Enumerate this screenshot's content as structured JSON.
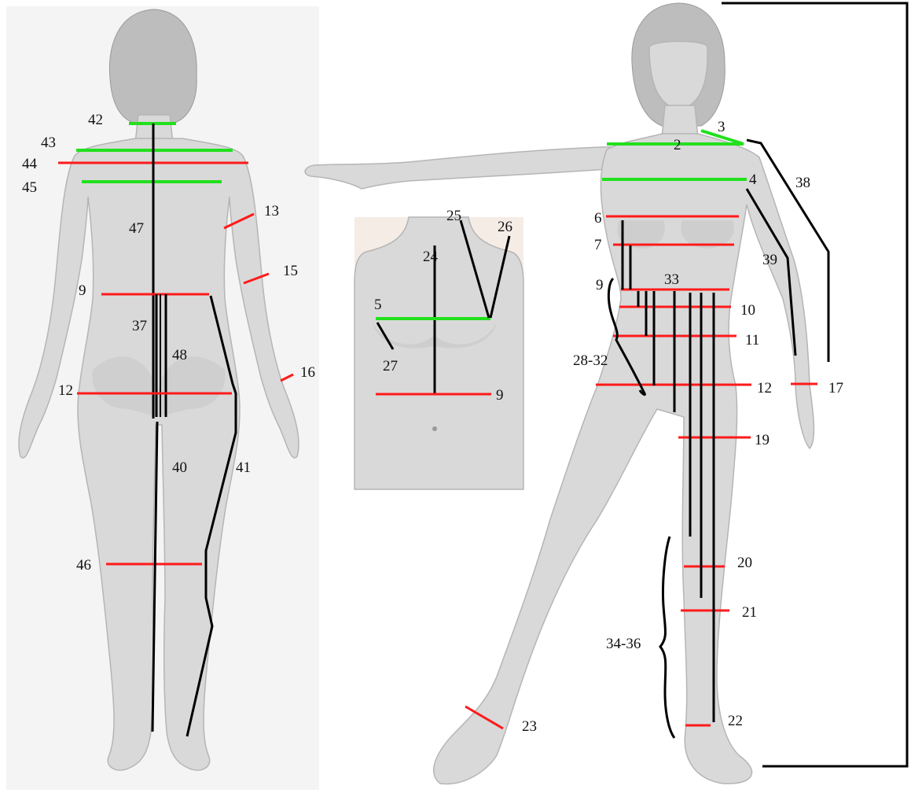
{
  "colors": {
    "circumference": "#ff1a1a",
    "upper_body": "#22e01c",
    "length": "#000000",
    "figure": "#d9d9d9",
    "inset_background": "#f6ece6"
  },
  "back_view": {
    "labels": [
      "42",
      "43",
      "44",
      "45",
      "47",
      "13",
      "15",
      "9",
      "37",
      "48",
      "16",
      "12",
      "40",
      "41",
      "46"
    ]
  },
  "inset": {
    "labels": [
      "25",
      "26",
      "24",
      "5",
      "27",
      "9"
    ]
  },
  "front_view": {
    "labels": [
      "3",
      "2",
      "38",
      "4",
      "6",
      "7",
      "39",
      "33",
      "9",
      "10",
      "11",
      "28-32",
      "12",
      "17",
      "19",
      "20",
      "21",
      "34-36",
      "22",
      "23"
    ]
  }
}
